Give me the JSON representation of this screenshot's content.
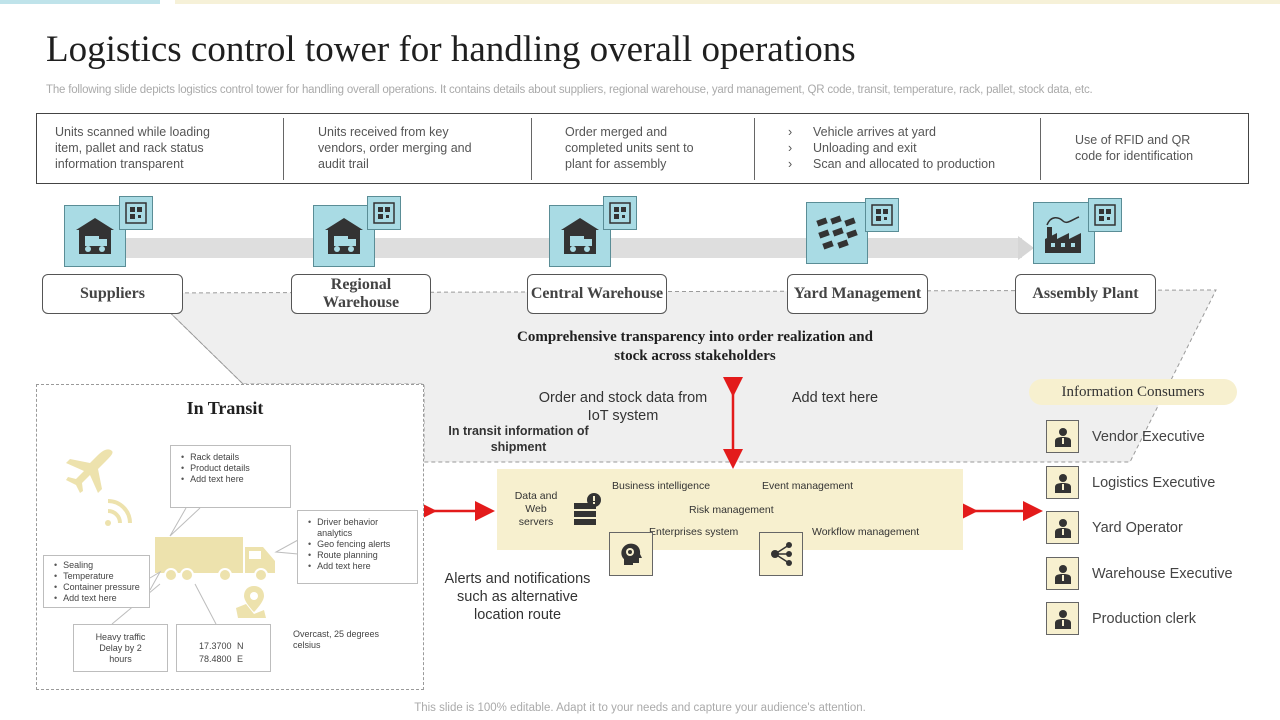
{
  "title": "Logistics control tower for handling overall operations",
  "subtitle": "The following slide depicts logistics control tower for handling overall operations. It contains details about suppliers, regional warehouse, yard management, QR code, transit, temperature, rack, pallet, stock data, etc.",
  "descriptions": [
    {
      "lines": [
        "Units scanned while loading",
        "item, pallet and rack status",
        "information transparent"
      ]
    },
    {
      "lines": [
        "Units received  from key",
        "vendors,  order merging  and",
        "audit trail"
      ]
    },
    {
      "lines": [
        "Order merged and",
        "completed units sent to",
        "plant for assembly"
      ]
    },
    {
      "lines": [
        "Vehicle arrives  at yard",
        "Unloading and exit",
        "Scan and allocated to production"
      ],
      "bullet": "›"
    },
    {
      "lines": [
        "Use of RFID and QR",
        "code for identification"
      ]
    }
  ],
  "stages": [
    {
      "label": "Suppliers",
      "icon": "warehouse-truck-icon"
    },
    {
      "label": "Regional Warehouse",
      "icon": "warehouse-truck-icon"
    },
    {
      "label": "Central Warehouse",
      "icon": "warehouse-truck-icon"
    },
    {
      "label": "Yard Management",
      "icon": "trucks-yard-icon"
    },
    {
      "label": "Assembly Plant",
      "icon": "factory-icon"
    }
  ],
  "qr_icon": "qr-code-icon",
  "banner": "Comprehensive transparency into order realization and stock across stakeholders",
  "center": {
    "order_stock": "Order and stock data from IoT system",
    "add_text": "Add text here",
    "in_transit_info": "In transit information of shipment",
    "alerts": "Alerts and notifications such as alternative location route"
  },
  "transit": {
    "title": "In Transit",
    "callout_top": [
      "Rack details",
      "Product details",
      "Add text here"
    ],
    "callout_right": [
      "Driver behavior analytics",
      "Geo fencing alerts",
      "Route planning",
      "Add text here"
    ],
    "callout_left": [
      "Sealing",
      "Temperature",
      "Container pressure",
      "Add text here"
    ],
    "traffic": "Heavy traffic Delay by 2 hours",
    "coord_n": "17.3700",
    "coord_n_dir": "N",
    "coord_e": "78.4800",
    "coord_e_dir": "E",
    "weather": "Overcast, 25 degrees celsius",
    "icons": [
      "airplane-icon",
      "wifi-signal-icon",
      "truck-icon",
      "location-pin-icon"
    ]
  },
  "core": {
    "data_web": "Data and Web servers",
    "bi": "Business intelligence",
    "event": "Event management",
    "risk": "Risk management",
    "enterprise": "Enterprises system",
    "workflow": "Workflow management",
    "icons": [
      "server-alert-icon",
      "head-gear-icon",
      "network-nodes-icon"
    ]
  },
  "consumers": {
    "title": "Information Consumers",
    "items": [
      "Vendor Executive",
      "Logistics Executive",
      "Yard Operator",
      "Warehouse Executive",
      "Production clerk"
    ]
  },
  "footer": "This slide is 100% editable. Adapt it to your needs and capture your audience's attention.",
  "colors": {
    "node_fill": "#a9dbe4",
    "beige": "#f7f0cf",
    "arrow_red": "#e31b1b",
    "icon_beige": "#ede2ad"
  }
}
